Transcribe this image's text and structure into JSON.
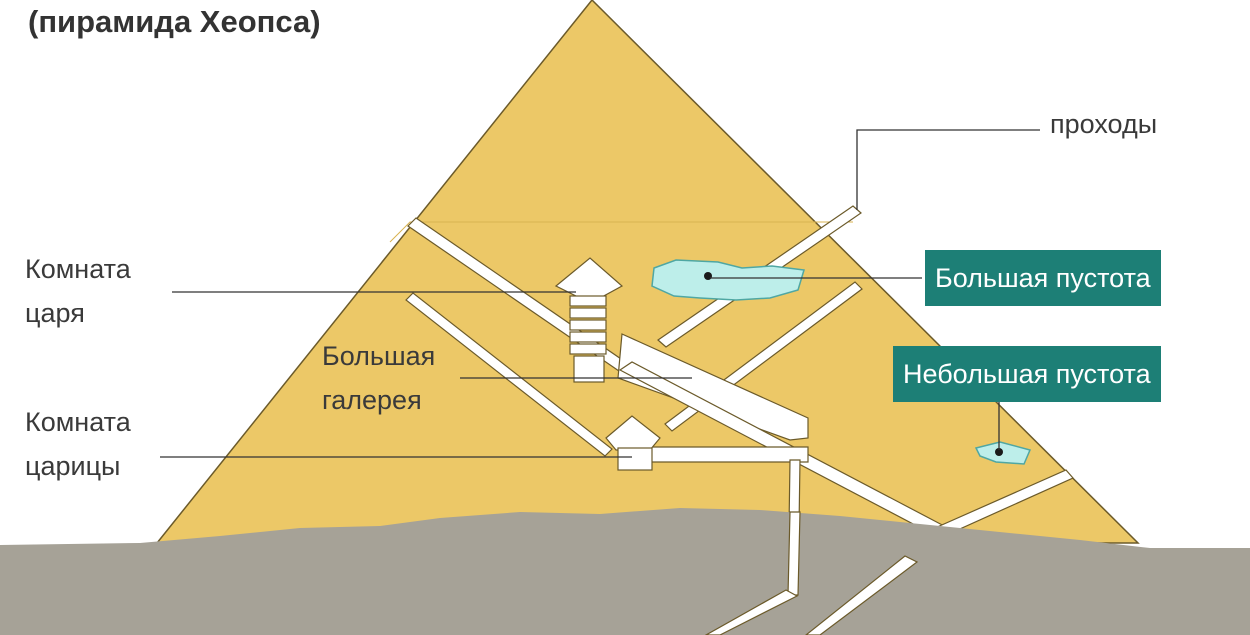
{
  "title": "(пирамида Хеопса)",
  "labels": {
    "passages": "проходы",
    "kings_chamber_line1": "Комната",
    "kings_chamber_line2": "царя",
    "grand_gallery_line1": "Большая",
    "grand_gallery_line2": "галерея",
    "queens_chamber_line1": "Комната",
    "queens_chamber_line2": "царицы",
    "big_void": "Большая пустота",
    "small_void": "Небольшая пустота"
  },
  "colors": {
    "pyramid": "#ecc867",
    "pyramid_edge": "#6b5a2a",
    "ground": "#a6a297",
    "void": "#bdeeea",
    "void_edge": "#4fa7a3",
    "tag": "#1d7f76",
    "leader": "#333333"
  }
}
